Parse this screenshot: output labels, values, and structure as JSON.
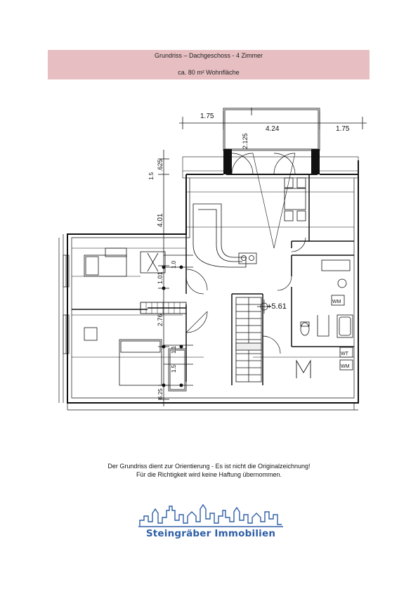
{
  "header": {
    "title": "Grundriss – Dachgeschoss - 4 Zimmer",
    "area": "ca. 80 m² Wohnfläche"
  },
  "plan": {
    "dimensions": {
      "top_left": "1.75",
      "top_middle": "4.24",
      "top_right": "1.75",
      "balcony_depth": "2.125",
      "left_top_small": "1.5",
      "left_top": ".625",
      "left_main": "4.01",
      "left_mid_small": "1.0",
      "left_mid": "1.01",
      "left_lower": "2.76",
      "left_lower_small": "1.1",
      "left_bottom": "1.5",
      "left_bottom_small": "6.25"
    },
    "level": "+5.61",
    "labels": {
      "wm1": "WM",
      "wt": "WT",
      "wm2": "WM"
    }
  },
  "disclaimer": {
    "line1": "Der Grundriss dient zur Orientierung - Es ist nicht die Originalzeichnung!",
    "line2": "Für die Richtigkeit wird keine Haftung übernommen."
  },
  "logo": {
    "name": "Steingräber Immobilien",
    "color": "#2f5fa6"
  },
  "colors": {
    "header_band": "#e7bfc2"
  }
}
